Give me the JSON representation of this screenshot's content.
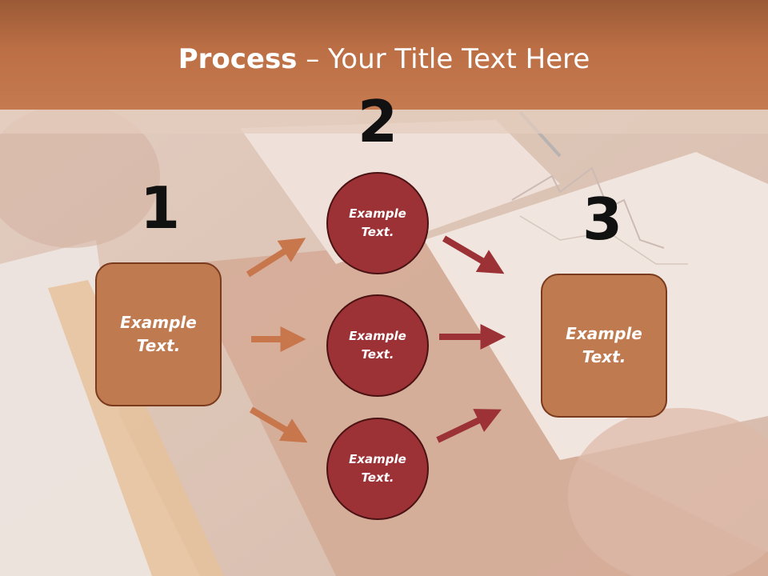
{
  "slide": {
    "title_bold": "Process",
    "title_rest": " – Your Title Text Here"
  },
  "steps": [
    {
      "number": "1",
      "label": "Example\nText."
    },
    {
      "number": "2",
      "items": [
        "Example\nText.",
        "Example\nText.",
        "Example\nText."
      ]
    },
    {
      "number": "3",
      "label": "Example\nText."
    }
  ],
  "colors": {
    "header": "#bc6f45",
    "box_fill": "#c07a4f",
    "circle_fill": "#9c3236",
    "arrow_left": "#c8774c",
    "arrow_right": "#9c3236"
  }
}
